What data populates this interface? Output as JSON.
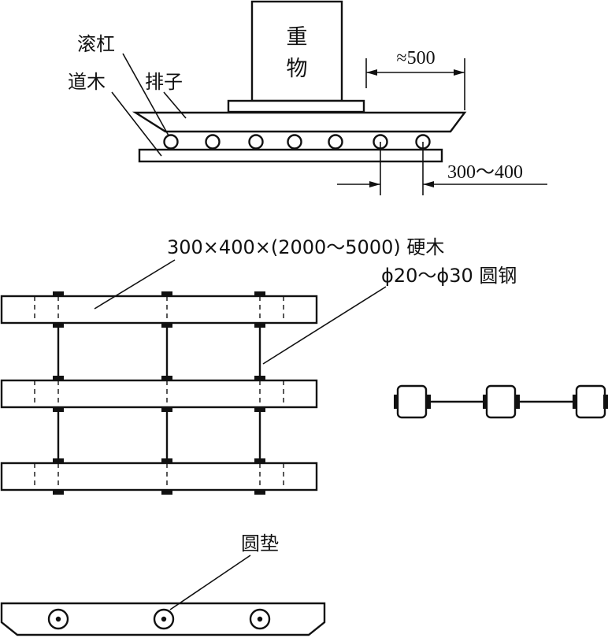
{
  "labels": {
    "heavy_object_line1": "重",
    "heavy_object_line2": "物",
    "roller": "滚杠",
    "sleeper": "道木",
    "sled": "排子",
    "dim_overhang": "≈500",
    "dim_roller_spacing": "300～400",
    "hardwood_spec": "300×400×(2000～5000) 硬木",
    "round_steel_spec": "ϕ20～ϕ30 圆钢",
    "round_washer": "圆垫"
  }
}
